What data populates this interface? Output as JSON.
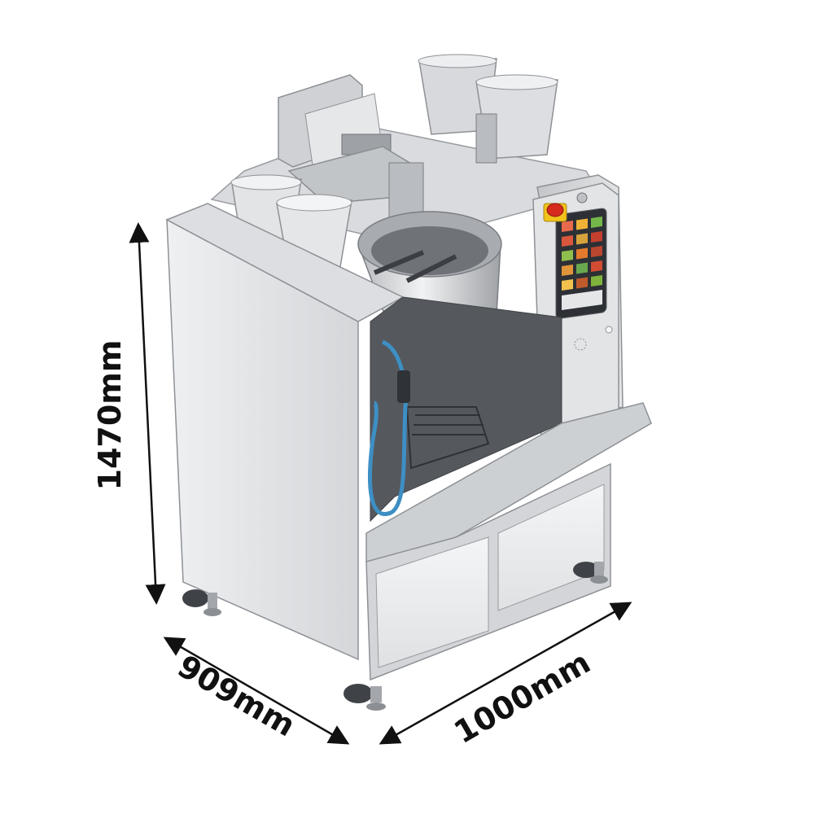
{
  "dimensions": {
    "height": "1470mm",
    "depth": "909mm",
    "width": "1000mm"
  },
  "colors": {
    "background": "#ffffff",
    "steel_light": "#e6e7e9",
    "steel_mid": "#c8cacd",
    "steel_dark": "#8e9195",
    "interior_dark": "#4a4d52",
    "arrow": "#111111",
    "hose": "#3d8fc4",
    "estop_red": "#d62a1e",
    "estop_yellow": "#f2c31b"
  },
  "icons": {
    "machine": "automatic-cooking-robot-illustration",
    "estop": "emergency-stop-icon"
  }
}
